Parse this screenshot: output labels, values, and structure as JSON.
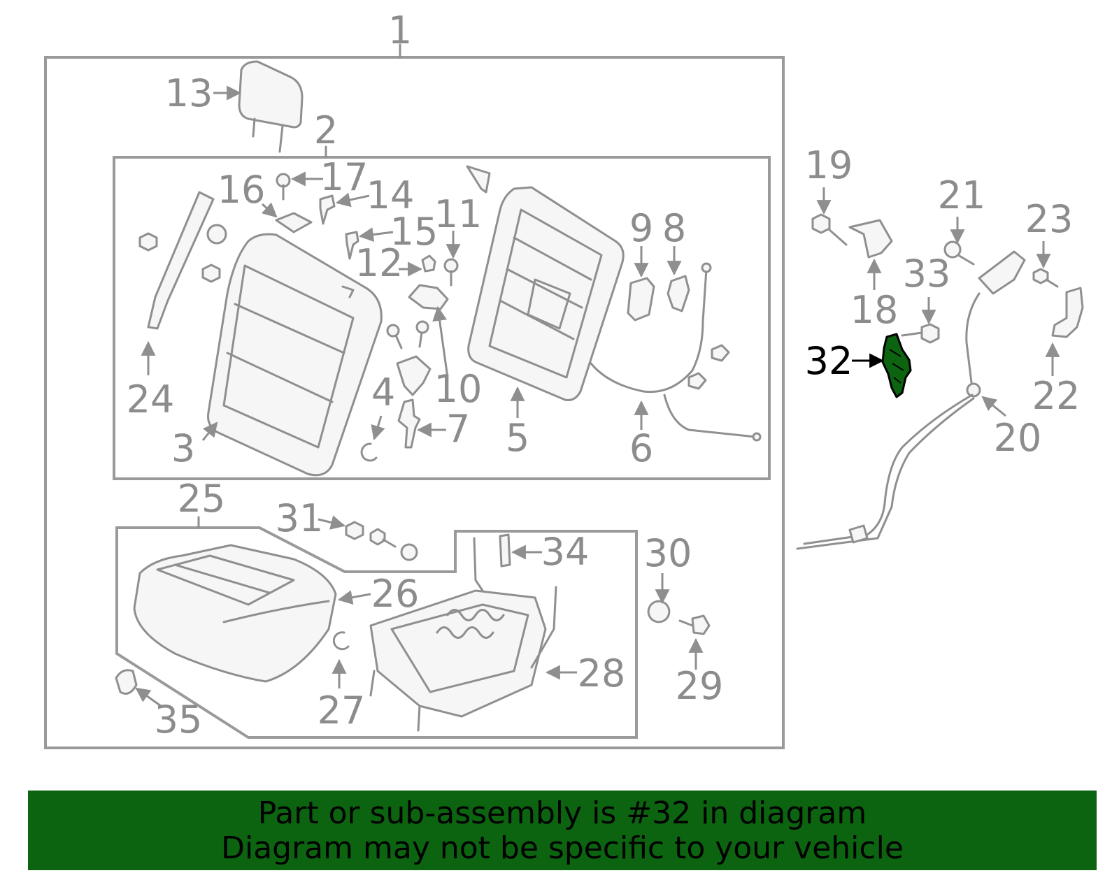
{
  "highlight_part": "32",
  "banner": {
    "line1": "Part or sub-assembly is #32 in diagram",
    "line2": "Diagram may not be specific to your vehicle"
  },
  "colors": {
    "banner_bg": "#0c6410",
    "highlight": "#0c6410",
    "parts": "#8f8f8f",
    "panel_fill": "#f7f7f7"
  },
  "labels": {
    "l1": "1",
    "l2": "2",
    "l3": "3",
    "l4": "4",
    "l5": "5",
    "l6": "6",
    "l7": "7",
    "l8": "8",
    "l9": "9",
    "l10": "10",
    "l11": "11",
    "l12": "12",
    "l13": "13",
    "l14": "14",
    "l15": "15",
    "l16": "16",
    "l17": "17",
    "l18": "18",
    "l19": "19",
    "l20": "20",
    "l21": "21",
    "l22": "22",
    "l23": "23",
    "l24": "24",
    "l25": "25",
    "l26": "26",
    "l27": "27",
    "l28": "28",
    "l29": "29",
    "l30": "30",
    "l31": "31",
    "l32": "32",
    "l33": "33",
    "l34": "34",
    "l35": "35"
  }
}
